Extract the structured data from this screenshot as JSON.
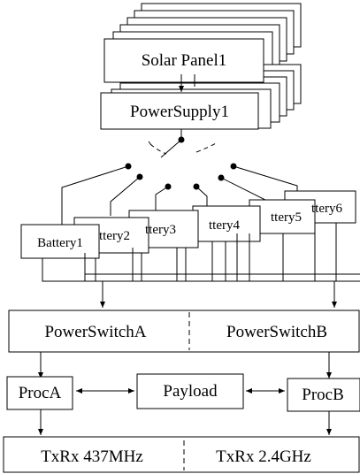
{
  "solar_panel": {
    "label": "Solar Panel1"
  },
  "power_supply": {
    "label": "PowerSupply1"
  },
  "batteries": [
    {
      "label": "Battery1"
    },
    {
      "label": "ttery2"
    },
    {
      "label": "ttery3"
    },
    {
      "label": "ttery4"
    },
    {
      "label": "ttery5"
    },
    {
      "label": "ttery6"
    }
  ],
  "power_switch": {
    "a_label": "PowerSwitchA",
    "b_label": "PowerSwitchB"
  },
  "processors": {
    "proc_a": "ProcA",
    "payload": "Payload",
    "proc_b": "ProcB"
  },
  "transceivers": {
    "a_label": "TxRx 437MHz",
    "b_label": "TxRx 2.4GHz"
  }
}
